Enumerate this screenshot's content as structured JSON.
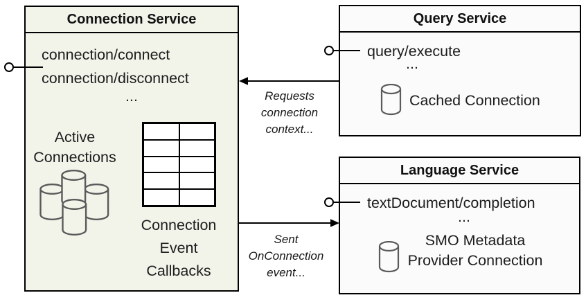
{
  "colors": {
    "connection_box_fill": "#f2f4ea",
    "service_box_fill": "#fbfbfb",
    "box_border": "#000000",
    "cylinder_stroke": "#5a5a5a",
    "text_color": "#1c1c1c"
  },
  "icons": {
    "active_connections": "database-cylinder-cluster-icon",
    "cached_connection": "database-cylinder-icon",
    "metadata_connection": "database-cylinder-icon",
    "interfaces": "lollipop-connector-icon",
    "callbacks_table": "grid-table-pictogram"
  },
  "connection_service": {
    "title": "Connection Service",
    "methods": [
      "connection/connect",
      "connection/disconnect"
    ],
    "ellipsis": "...",
    "active_connections": {
      "lines": [
        "Active",
        "Connections"
      ]
    },
    "callbacks_table": {
      "rows": 5,
      "cols": 2
    },
    "callbacks_label": {
      "lines": [
        "Connection",
        "Event",
        "Callbacks"
      ]
    }
  },
  "query_service": {
    "title": "Query Service",
    "method": "query/execute",
    "ellipsis": "...",
    "connection_label": "Cached Connection"
  },
  "language_service": {
    "title": "Language Service",
    "method": "textDocument/completion",
    "ellipsis": "...",
    "connection_label": {
      "lines": [
        "SMO Metadata",
        "Provider Connection"
      ]
    }
  },
  "arrows": {
    "request": {
      "lines": [
        "Requests",
        "connection",
        "context..."
      ]
    },
    "event": {
      "lines": [
        "Sent",
        "OnConnection",
        "event..."
      ]
    }
  }
}
